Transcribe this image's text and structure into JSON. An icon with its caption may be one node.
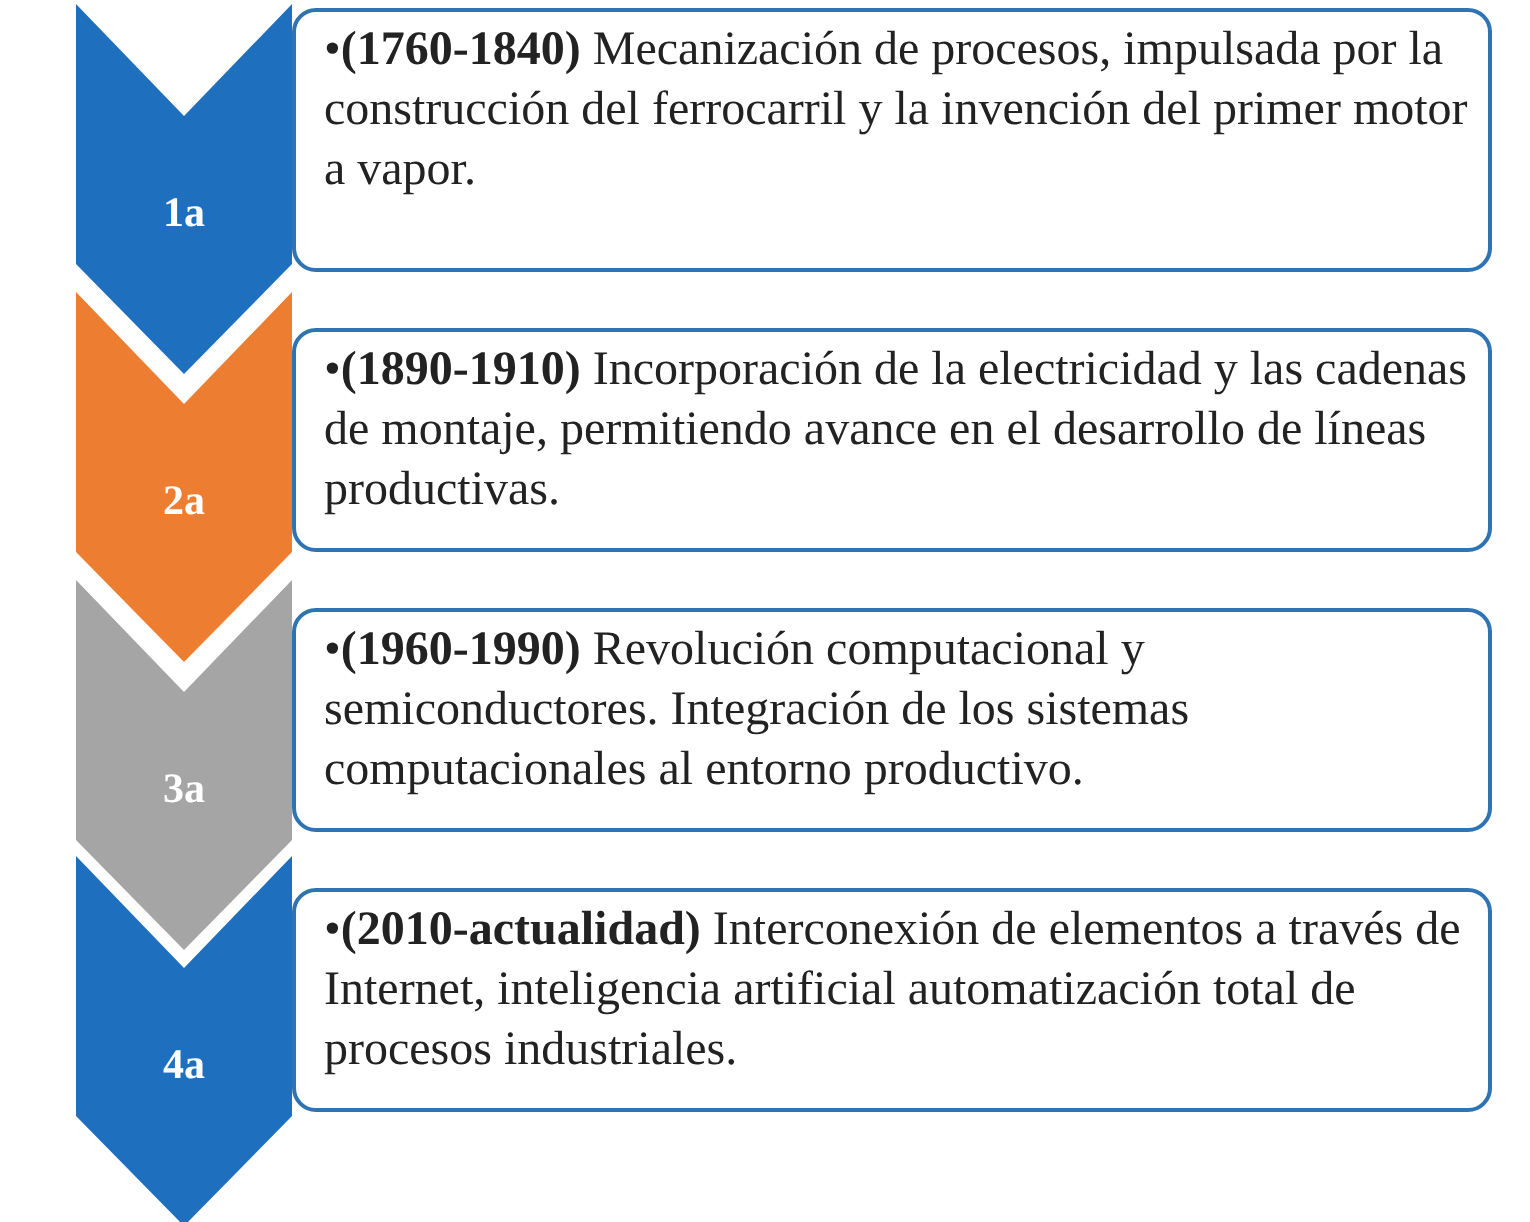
{
  "diagram": {
    "nodes": [
      {
        "text": [
          "1a"
        ]
      },
      {
        "text": [
          "•**(1760-1840)** Mecanización de procesos, impulsada por la construcción del ferrocarril y la invención del primer motor a vapor."
        ]
      },
      {
        "text": [
          "2a"
        ]
      },
      {
        "text": [
          "•**(1890-1910)** Incorporación de la electricidad y las cadenas de montaje, permitiendo avance en el desarrollo de líneas productivas."
        ]
      },
      {
        "text": [
          "3a"
        ]
      },
      {
        "text": [
          "•**(1960-1990)** Revolución computacional y semiconductores. Integración de los sistemas computacionales al entorno productivo."
        ]
      },
      {
        "text": [
          "4a"
        ]
      },
      {
        "text": [
          "•**(2010-actualidad)** Interconexión de elementos a través de Internet, inteligencia artificial automatización total de procesos industriales."
        ]
      }
    ]
  }
}
